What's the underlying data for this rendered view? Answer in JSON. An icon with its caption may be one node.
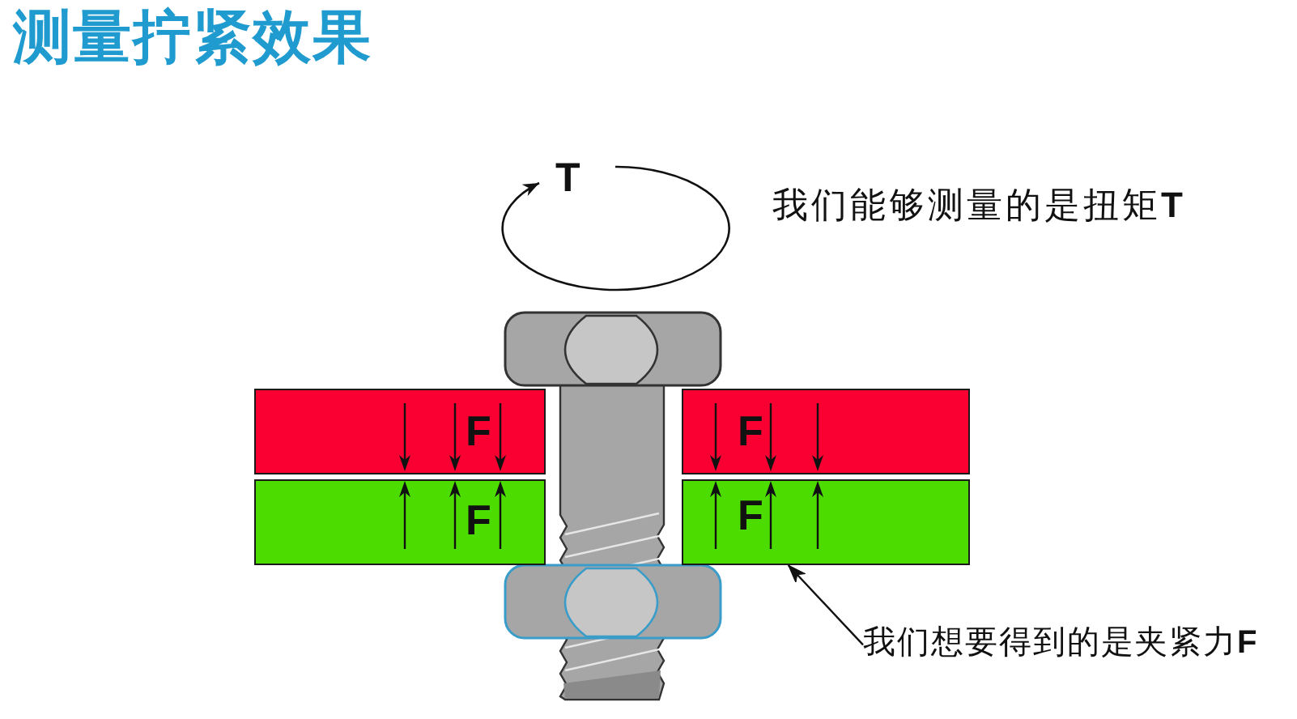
{
  "diagram": {
    "title": "测量拧紧效果",
    "nodes": [
      {
        "text": [
          "F"
        ]
      },
      {
        "text": [
          "F"
        ]
      },
      {
        "text": [
          "F"
        ]
      },
      {
        "text": [
          "F"
        ]
      },
      {
        "text": [
          "我们想要得到的是夹紧力**F**"
        ]
      }
    ],
    "edges": [
      {
        "from": 4,
        "to": 3,
        "arrow": "to"
      }
    ],
    "labels": [
      "T",
      "我们能够测量的是扭矩**T**"
    ]
  }
}
